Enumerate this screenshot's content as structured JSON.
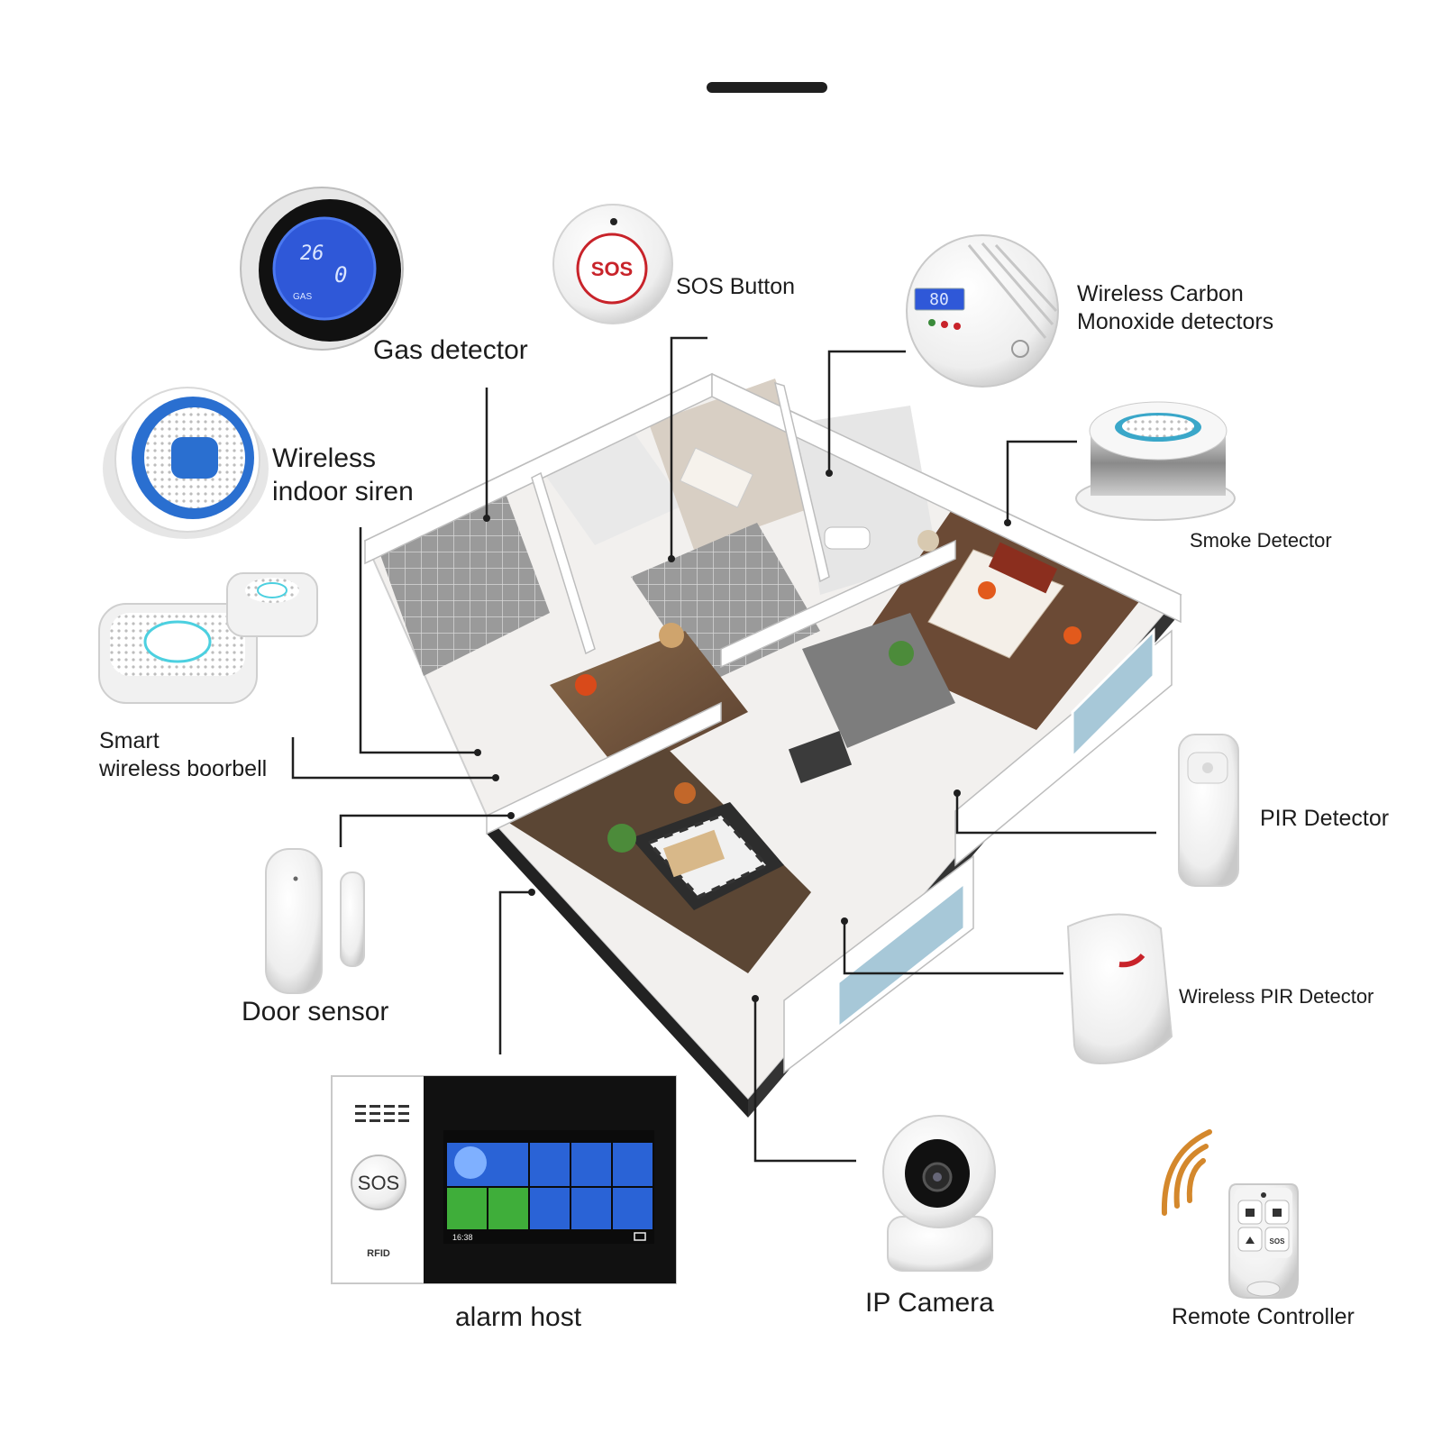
{
  "labels": {
    "gas_detector": "Gas detector",
    "sos_button": "SOS Button",
    "co_detector": "Wireless Carbon\nMonoxide detectors",
    "indoor_siren": "Wireless\nindoor siren",
    "smoke_detector": "Smoke Detector",
    "doorbell": "Smart\nwireless boorbell",
    "pir_detector": "PIR Detector",
    "door_sensor": "Door sensor",
    "wireless_pir": "Wireless PIR Detector",
    "alarm_host": "alarm host",
    "ip_camera": "IP Camera",
    "remote_controller": "Remote Controller"
  },
  "device_text": {
    "sos_button_face": "SOS",
    "gas_display_temp": "26",
    "gas_display_value": "0",
    "gas_display_unit": "GAS",
    "co_display": "80",
    "host_sos": "SOS",
    "host_rfid": "RFID",
    "host_clock": "16:38",
    "remote_sos": "SOS"
  },
  "colors": {
    "siren_blue": "#2a6fd0",
    "lcd_blue": "#2f58d8",
    "sos_red": "#c8232a",
    "screen_green": "#3fae3a",
    "screen_blue": "#2a63d6",
    "wifi_orange": "#d4882c"
  },
  "icons": [
    "gas-detector-icon",
    "sos-button-icon",
    "co-detector-icon",
    "siren-icon",
    "smoke-detector-icon",
    "doorbell-icon",
    "pir-detector-icon",
    "door-sensor-icon",
    "wireless-pir-icon",
    "alarm-host-icon",
    "ip-camera-icon",
    "remote-controller-icon",
    "house-floorplan-icon"
  ]
}
